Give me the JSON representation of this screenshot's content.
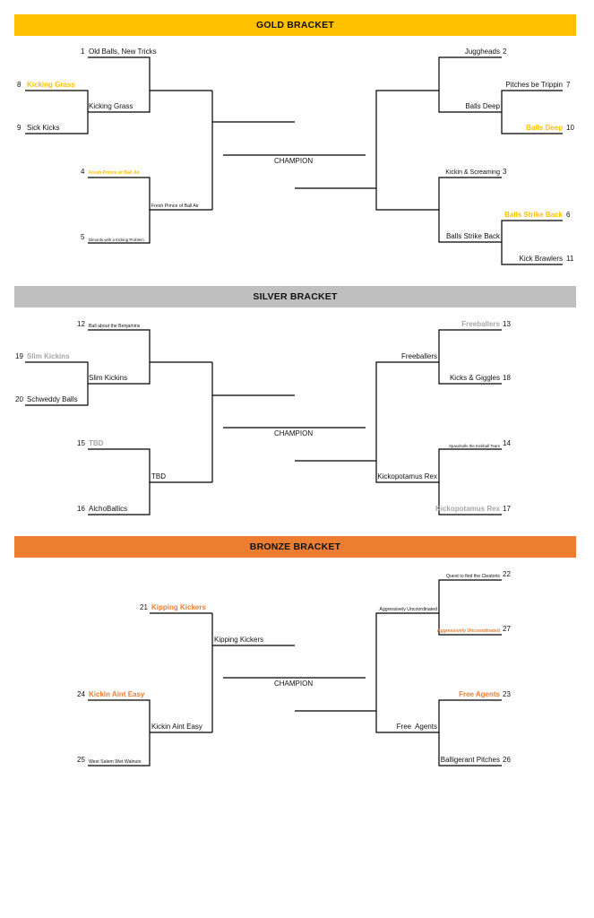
{
  "colors": {
    "gold": "#FFC000",
    "silver": "#BFBFBF",
    "bronze": "#ED7D31",
    "line": "#000000"
  },
  "brackets": [
    {
      "key": "gold",
      "title": "GOLD BRACKET",
      "champion": "CHAMPION",
      "left": [
        {
          "seed": "1",
          "name": "Old Balls, New Tricks"
        },
        {
          "seed": "8",
          "name": "Kicking Grass"
        },
        {
          "seed": "9",
          "name": "Sick Kicks"
        },
        {
          "seed": "4",
          "name": "Fresh Prince of Ball Air"
        },
        {
          "seed": "5",
          "name": "Dimonts with a Kicking Problem"
        }
      ],
      "left_winners": [
        "Kicking Grass",
        "Fresh Prince of Ball Air"
      ],
      "right": [
        {
          "seed": "2",
          "name": "Juggheads"
        },
        {
          "seed": "7",
          "name": "Pitches be Trippin"
        },
        {
          "seed": "10",
          "name": "Balls Deep"
        },
        {
          "seed": "3",
          "name": "Kickin & Screaming"
        },
        {
          "seed": "6",
          "name": "Balls Strike Back"
        },
        {
          "seed": "11",
          "name": "Kick Brawlers"
        }
      ],
      "right_winners": [
        "Balls Deep",
        "Balls Strike Back"
      ]
    },
    {
      "key": "silver",
      "title": "SILVER BRACKET",
      "champion": "CHAMPION",
      "left": [
        {
          "seed": "12",
          "name": "Ball about the Benjamins"
        },
        {
          "seed": "19",
          "name": "Slim Kickins"
        },
        {
          "seed": "20",
          "name": "Schweddy Balls"
        },
        {
          "seed": "15",
          "name": "TBD"
        },
        {
          "seed": "16",
          "name": "AlchoBallics"
        }
      ],
      "left_winners": [
        "Slim Kickins",
        "TBD"
      ],
      "right": [
        {
          "seed": "13",
          "name": "Freeballers"
        },
        {
          "seed": "18",
          "name": "Kicks & Giggles"
        },
        {
          "seed": "14",
          "name": "Spacebolls the Kickball Team"
        },
        {
          "seed": "17",
          "name": "Kickopotamus Rex"
        }
      ],
      "right_winners": [
        "Freeballers",
        "Kickopotamus Rex"
      ]
    },
    {
      "key": "bronze",
      "title": "BRONZE BRACKET",
      "champion": "CHAMPION",
      "left": [
        {
          "seed": "21",
          "name": "Kipping Kickers"
        },
        {
          "seed": "24",
          "name": "Kickin Aint Easy"
        },
        {
          "seed": "25",
          "name": "West Salem Wet Walnuts"
        }
      ],
      "left_winners": [
        "Kipping Kickers",
        "Kickin Aint Easy"
      ],
      "right": [
        {
          "seed": "22",
          "name": "Quest to find the Cleatoris"
        },
        {
          "seed": "27",
          "name": "Aggressively Uncoordinated"
        },
        {
          "seed": "23",
          "name": "Free Agents"
        },
        {
          "seed": "26",
          "name": "Balligerant Pitches"
        }
      ],
      "right_winners": [
        "Aggressively Uncoordinated",
        "Free  Agents"
      ]
    }
  ]
}
